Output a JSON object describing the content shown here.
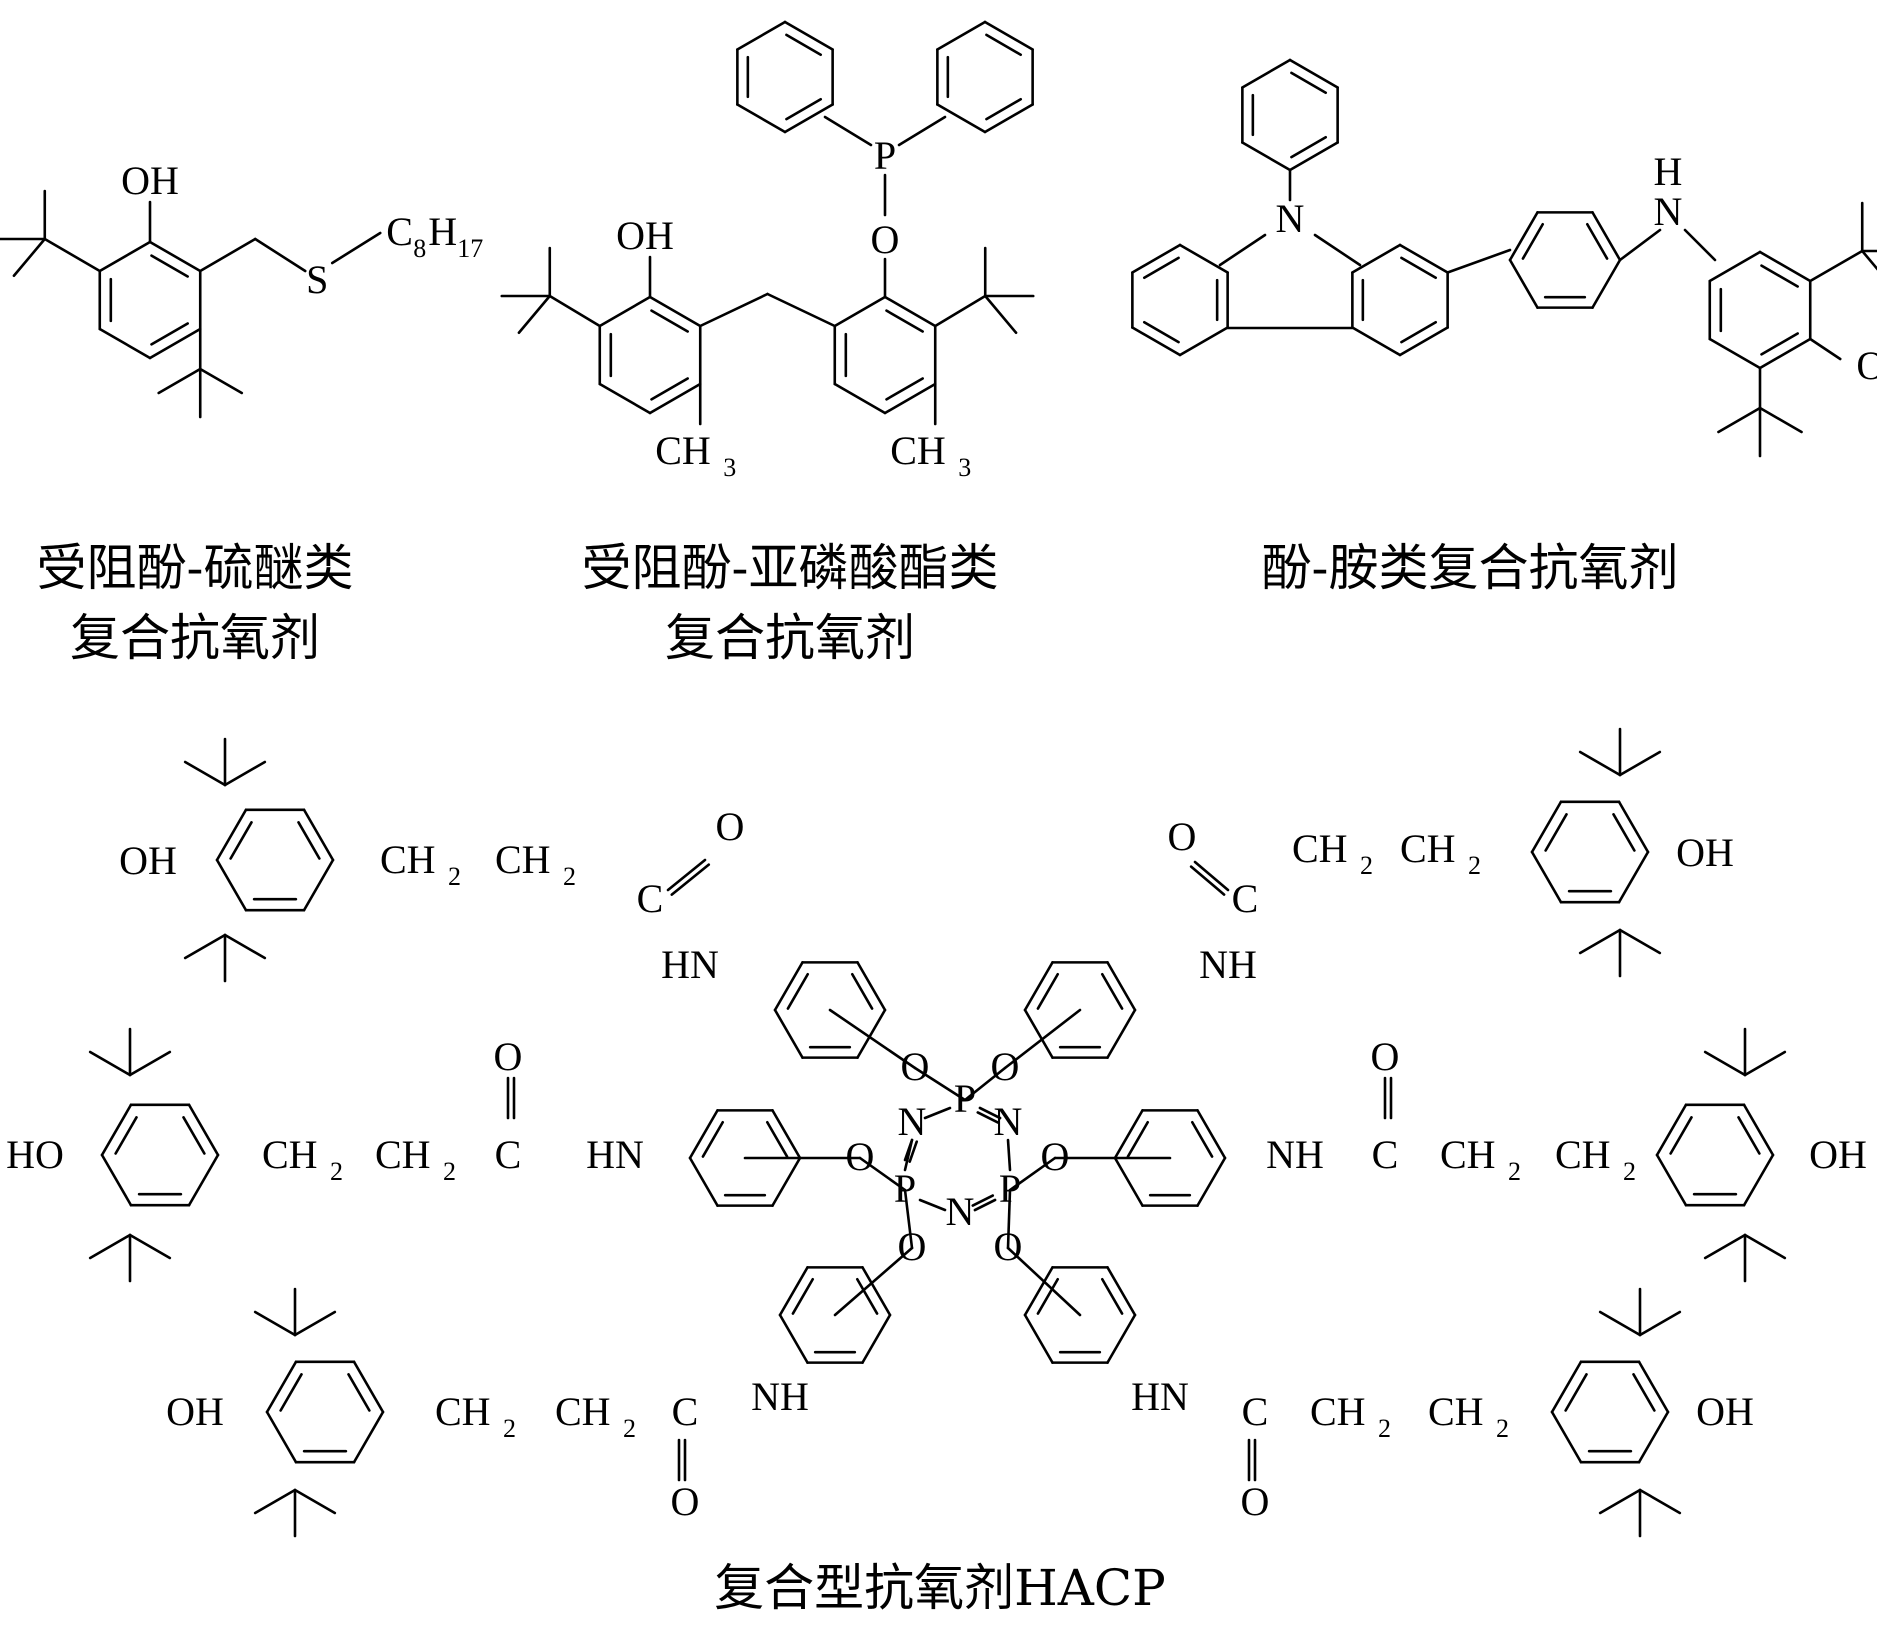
{
  "captions": {
    "c1_line1": "受阻酚-硫醚类",
    "c1_line2": "复合抗氧剂",
    "c2_line1": "受阻酚-亚磷酸酯类",
    "c2_line2": "复合抗氧剂",
    "c3": "酚-胺类复合抗氧剂",
    "c4": "复合型抗氧剂HACP"
  },
  "labels": {
    "OH": "OH",
    "HO": "HO",
    "O": "O",
    "S": "S",
    "P": "P",
    "N": "N",
    "H": "H",
    "C": "C",
    "CH": "CH",
    "HN": "HN",
    "NH": "NH",
    "sub2": "2",
    "sub3": "3",
    "sub8": "8",
    "sub17": "17"
  }
}
